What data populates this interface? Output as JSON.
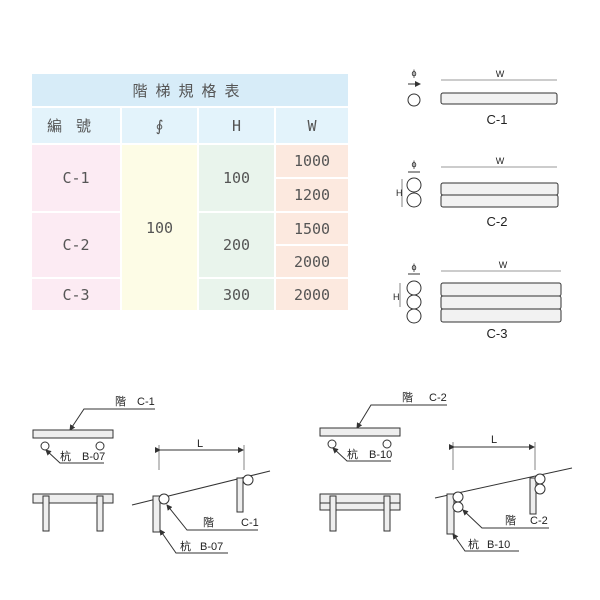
{
  "table": {
    "title": "階梯規格表",
    "headers": [
      "編號",
      "∮",
      "H",
      "W"
    ],
    "rows": [
      {
        "code": "C-1",
        "h": "100",
        "w": [
          "1000",
          "1200"
        ]
      },
      {
        "code": "C-2",
        "h": "200",
        "w": [
          "1500",
          "2000"
        ]
      },
      {
        "code": "C-3",
        "h": "300",
        "w": [
          "2000"
        ]
      }
    ],
    "phi": "100"
  },
  "profiles": {
    "phi": "ϕ",
    "w": "W",
    "h": "H",
    "labels": [
      "C-1",
      "C-2",
      "C-3"
    ]
  },
  "install": [
    {
      "step": "階",
      "step_code": "C-1",
      "pile": "杭",
      "pile_code": "B-07",
      "L": "L"
    },
    {
      "step": "階",
      "step_code": "C-2",
      "pile": "杭",
      "pile_code": "B-10",
      "L": "L"
    }
  ]
}
